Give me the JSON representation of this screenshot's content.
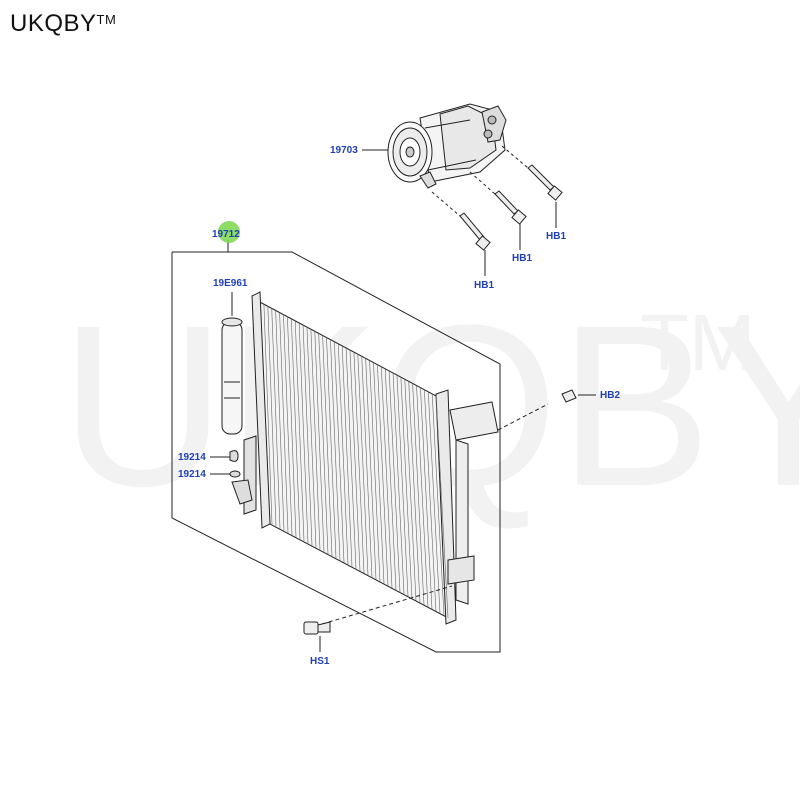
{
  "brand": {
    "name": "UKQBY",
    "tm": "TM"
  },
  "watermark": {
    "text": "UKQBY",
    "tm": "TM"
  },
  "colors": {
    "callout": "#1f3fb8",
    "highlight": "#78d64a",
    "line": "#222222",
    "watermark": "#f1f1f1"
  },
  "callouts": {
    "compressor": "19703",
    "condenser": "19712",
    "receiver_drier": "19E961",
    "oring_upper": "19214",
    "oring_lower": "19214",
    "bolt_hb1_a": "HB1",
    "bolt_hb1_b": "HB1",
    "bolt_hb1_c": "HB1",
    "bolt_hb2": "HB2",
    "bolt_hs1": "HS1"
  }
}
